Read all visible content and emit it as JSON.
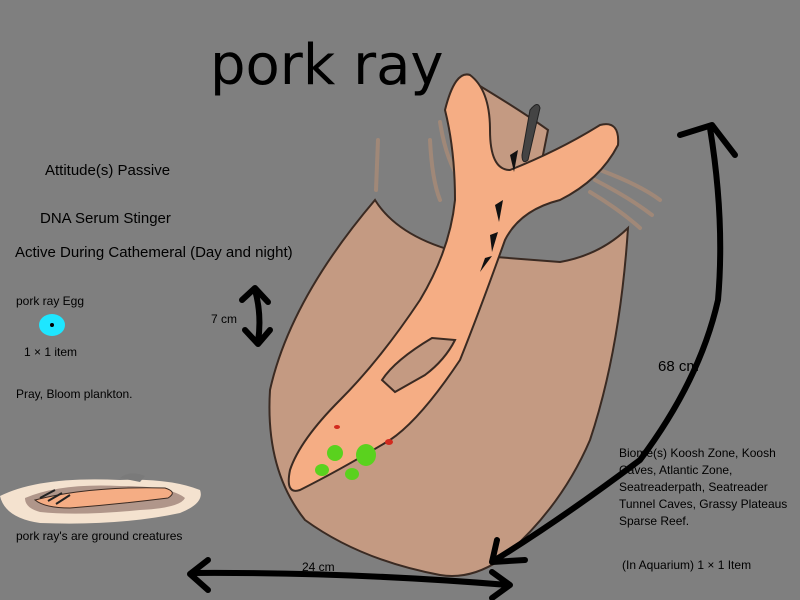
{
  "title": "pork ray",
  "attitude": "Attitude(s) Passive",
  "dna": "DNA Serum Stinger",
  "active": "Active During Cathemeral (Day and night)",
  "egg": {
    "label": "pork ray Egg",
    "size": "1 × 1 item",
    "color": "#1ee6ff"
  },
  "prey": "Pray, Bloom plankton.",
  "ground_note": "pork ray's are ground creatures",
  "dimensions": {
    "thickness": "7 cm",
    "length": "68 cm",
    "width": "24 cm"
  },
  "biome": "Biome(s) Koosh Zone, Koosh Caves, Atlantic Zone, Seatreaderpath, Seatreader Tunnel Caves, Grassy Plateaus Sparse Reef.",
  "aquarium": "(In Aquarium) 1 × 1 Item",
  "colors": {
    "background": "#7f7f7f",
    "wing": "#c49a82",
    "body": "#f5ad84",
    "spots_green": "#5ad21e",
    "spots_red": "#d22a1e"
  }
}
